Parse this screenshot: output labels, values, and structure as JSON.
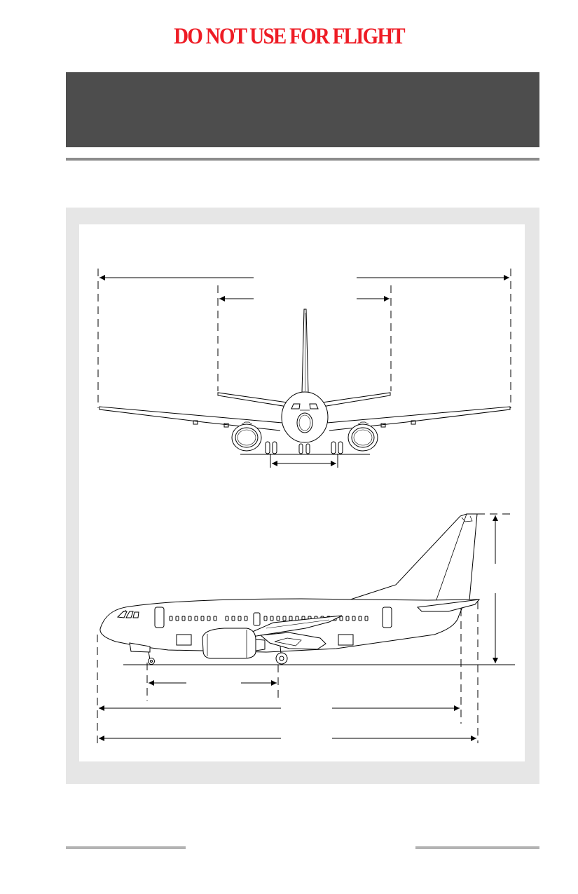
{
  "page": {
    "warning_text": "DO NOT USE FOR FLIGHT",
    "warning_color": "#ee1c25",
    "header_bar_color": "#4d4d4d",
    "figure_frame_color": "#e6e6e6"
  },
  "figure": {
    "front_view": "aircraft-front-view",
    "side_view": "aircraft-side-view"
  }
}
